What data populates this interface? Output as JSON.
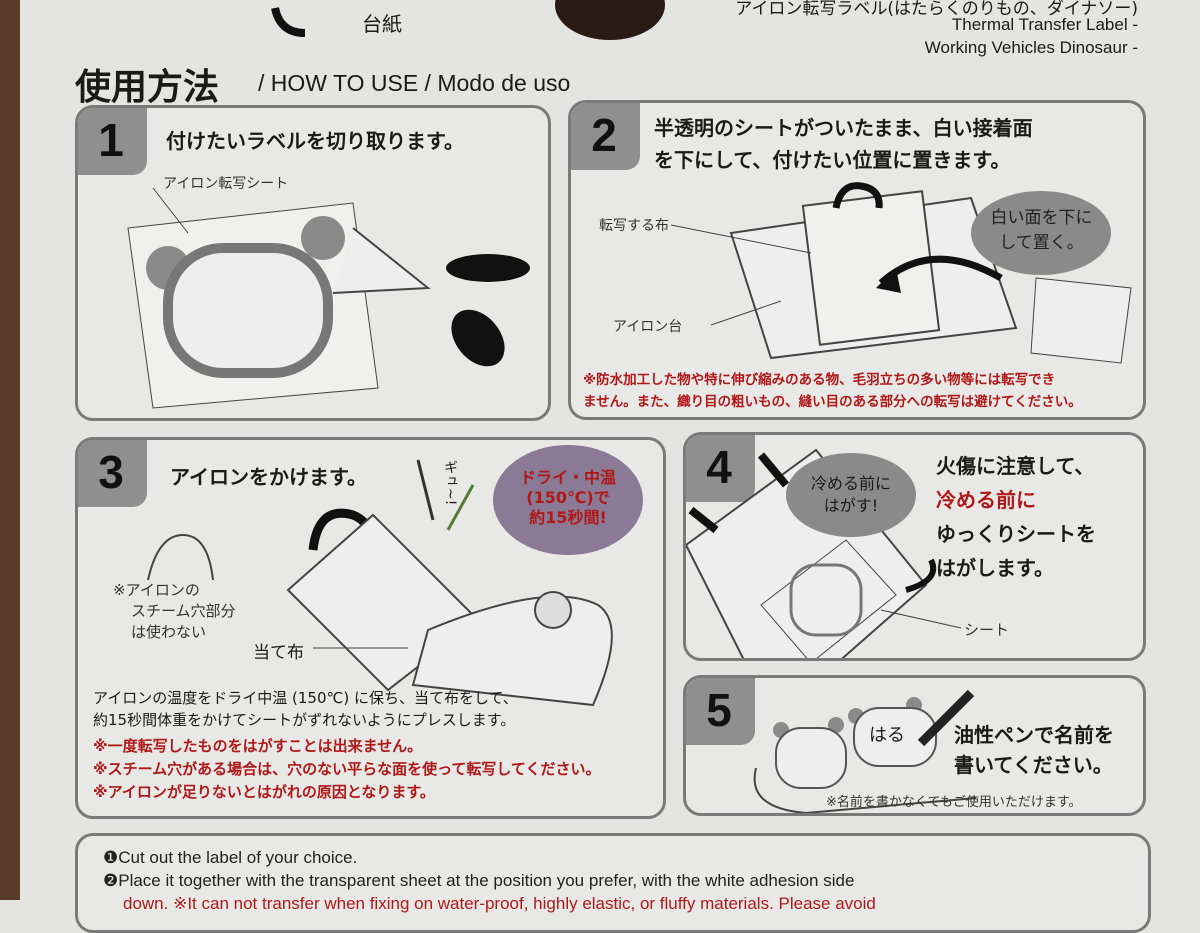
{
  "header": {
    "mount_label": "台紙",
    "product_jp": "アイロン転写ラベル(はたらくのりもの、ダイナソー)",
    "product_en_1": "Thermal Transfer Label -",
    "product_en_2": "Working Vehicles Dinosaur -",
    "title_jp": "使用方法",
    "title_en": "/ HOW TO USE / Modo de uso"
  },
  "steps": [
    {
      "number": "1",
      "text": "付けたいラベルを切り取ります。",
      "callouts": [
        "アイロン転写シート"
      ]
    },
    {
      "number": "2",
      "text_1": "半透明のシートがついたまま、白い接着面",
      "text_2": "を下にして、付けたい位置に置きます。",
      "callouts": [
        "転写する布",
        "アイロン台"
      ],
      "bubble_1": "白い面を下に",
      "bubble_2": "して置く。",
      "warning_1": "※防水加工した物や特に伸び縮みのある物、毛羽立ちの多い物等には転写でき",
      "warning_2": "ません。また、織り目の粗いもの、縫い目のある部分への転写は避けてください。"
    },
    {
      "number": "3",
      "text": "アイロンをかけます。",
      "sound": "ギュ~!",
      "bubble_1": "ドライ・中温",
      "bubble_2": "(150℃)で",
      "bubble_3": "約15秒間!",
      "steam_note_1": "※アイロンの",
      "steam_note_2": "スチーム穴部分",
      "steam_note_3": "は使わない",
      "callouts": [
        "当て布"
      ],
      "body_1": "アイロンの温度をドライ中温 (150℃) に保ち、当て布をして、",
      "body_2": "約15秒間体重をかけてシートがずれないようにプレスします。",
      "warnings": [
        "※一度転写したものをはがすことは出来ません。",
        "※スチーム穴がある場合は、穴のない平らな面を使って転写してください。",
        "※アイロンが足りないとはがれの原因となります。"
      ]
    },
    {
      "number": "4",
      "text_1": "火傷に注意して、",
      "text_red": "冷める前に",
      "text_2": "ゆっくりシートを",
      "text_3": "はがします。",
      "bubble_1": "冷める前に",
      "bubble_2": "はがす!",
      "callouts": [
        "シート"
      ]
    },
    {
      "number": "5",
      "text_1": "油性ペンで名前を",
      "text_2": "書いてください。",
      "name_sample": "はる",
      "note": "※名前を書かなくてもご使用いただけます。"
    }
  ],
  "english": {
    "line_1": "❶Cut out the label of your choice.",
    "line_2": "❷Place it together with the transparent sheet at the position you prefer, with the white adhesion side",
    "line_3": "down. ※It can not transfer when fixing on water-proof, highly elastic, or fluffy materials. Please avoid"
  },
  "colors": {
    "warning": "#b01818",
    "panel_border": "#7a7a7a",
    "tab": "#8f8f8f"
  }
}
